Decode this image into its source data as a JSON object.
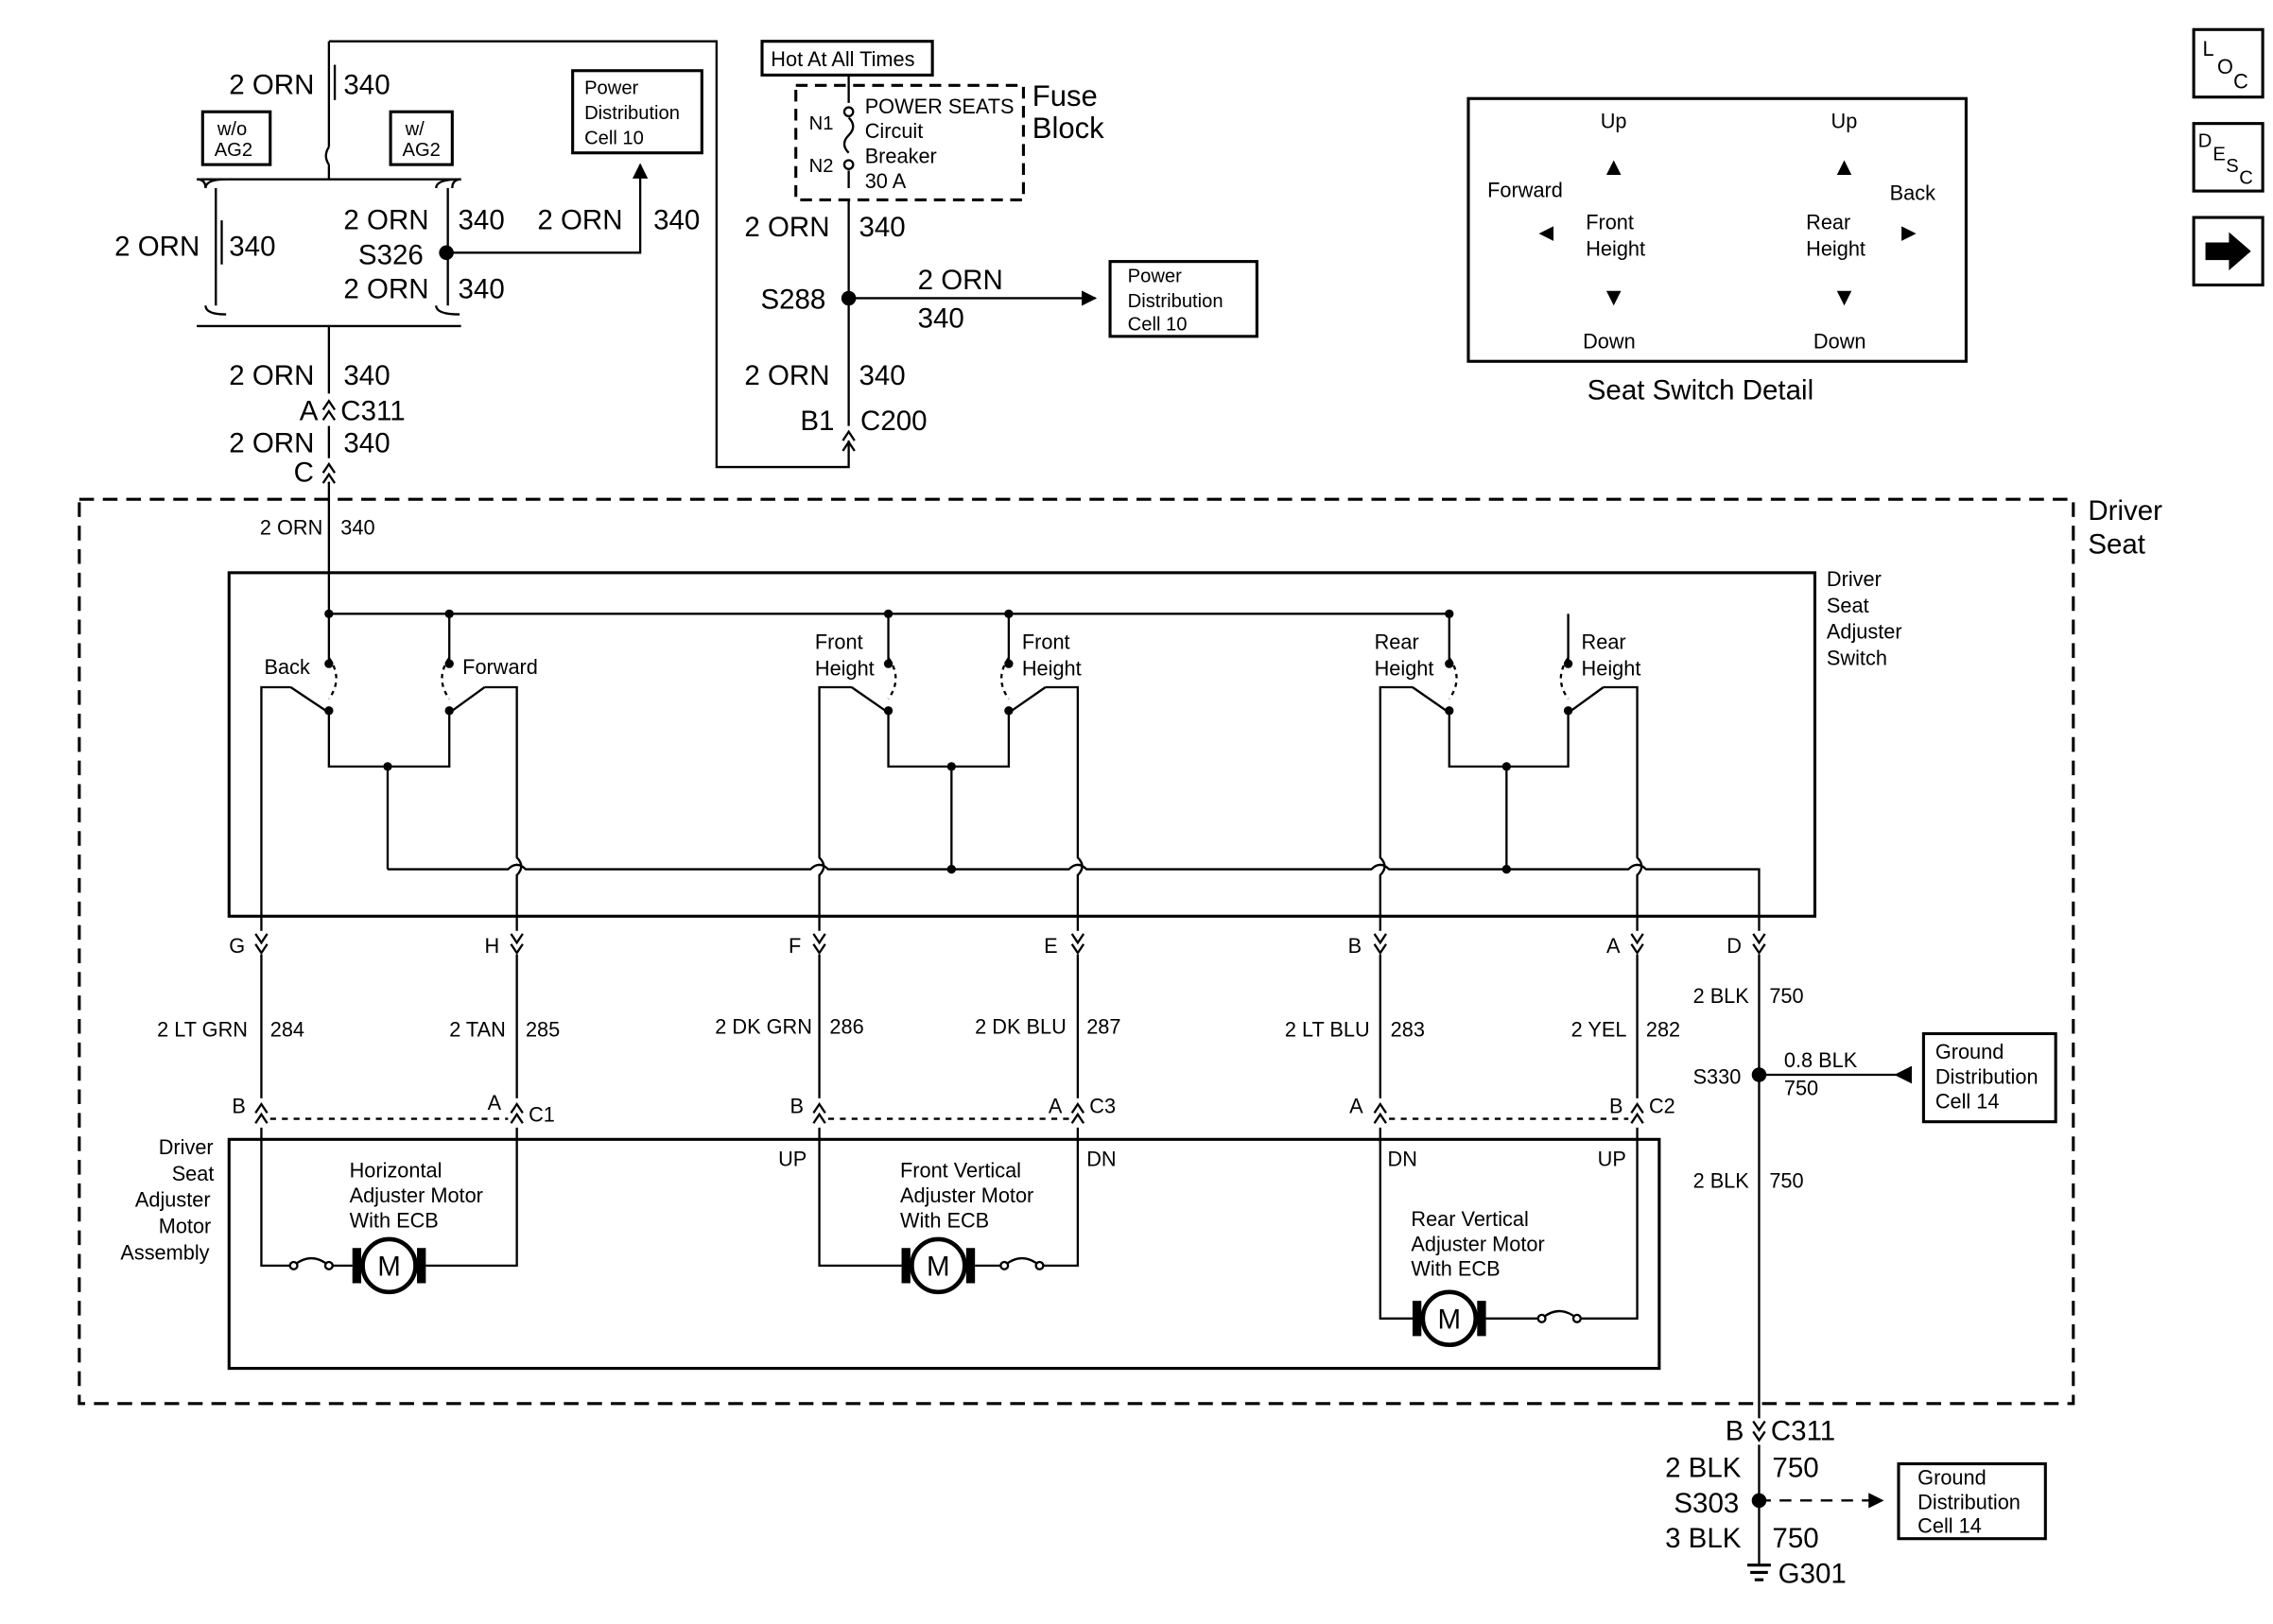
{
  "side_buttons": {
    "loc_l": "L",
    "loc_o": "O",
    "loc_c": "C",
    "desc_d": "D",
    "desc_e": "E",
    "desc_s": "S",
    "desc_c": "C"
  },
  "top_left": {
    "w1_g": "2 ORN",
    "w1_n": "340",
    "wo_ag2_1": "w/o",
    "wo_ag2_2": "AG2",
    "w_ag2_1": "w/",
    "w_ag2_2": "AG2",
    "pdc_1": "Power",
    "pdc_2": "Distribution",
    "pdc_3": "Cell 10",
    "w_left_g": "2 ORN",
    "w_left_n": "340",
    "w_s326_top_g": "2 ORN",
    "w_s326_top_n": "340",
    "s326": "S326",
    "w_s326_bot_g": "2 ORN",
    "w_s326_bot_n": "340",
    "w_branch_g": "2 ORN",
    "w_branch_n": "340",
    "w_c311_g": "2 ORN",
    "w_c311_n": "340",
    "c311_pin_a": "A",
    "c311": "C311",
    "w_c311b_g": "2 ORN",
    "w_c311b_n": "340",
    "c311_pin_c": "C"
  },
  "fuse": {
    "hot": "Hot At All Times",
    "n1": "N1",
    "n2": "N2",
    "name_1": "POWER SEATS",
    "name_2": "Circuit",
    "name_3": "Breaker",
    "name_4": "30 A",
    "block_1": "Fuse",
    "block_2": "Block",
    "w1_g": "2 ORN",
    "w1_n": "340",
    "s288": "S288",
    "w_branch_g": "2 ORN",
    "w_branch_n": "340",
    "pdc_1": "Power",
    "pdc_2": "Distribution",
    "pdc_3": "Cell 10",
    "w2_g": "2 ORN",
    "w2_n": "340",
    "b1": "B1",
    "c200": "C200"
  },
  "seat_switch_detail": {
    "title": "Seat Switch Detail",
    "up1": "Up",
    "up2": "Up",
    "forward": "Forward",
    "back": "Back",
    "front_1": "Front",
    "front_2": "Height",
    "rear_1": "Rear",
    "rear_2": "Height",
    "down1": "Down",
    "down2": "Down"
  },
  "driver_seat": {
    "label_1": "Driver",
    "label_2": "Seat",
    "feed_g": "2 ORN",
    "feed_n": "340",
    "switch_1": "Driver",
    "switch_2": "Seat",
    "switch_3": "Adjuster",
    "switch_4": "Switch",
    "sw_back": "Back",
    "sw_forward": "Forward",
    "sw_fh1_1": "Front",
    "sw_fh1_2": "Height",
    "sw_fh2_1": "Front",
    "sw_fh2_2": "Height",
    "sw_rh1_1": "Rear",
    "sw_rh1_2": "Height",
    "sw_rh2_1": "Rear",
    "sw_rh2_2": "Height",
    "pin_g": "G",
    "pin_h": "H",
    "pin_f": "F",
    "pin_e": "E",
    "pin_b": "B",
    "pin_a": "A",
    "pin_d": "D",
    "w284_g": "2 LT GRN",
    "w284_n": "284",
    "w285_g": "2 TAN",
    "w285_n": "285",
    "w286_g": "2 DK GRN",
    "w286_n": "286",
    "w287_g": "2 DK BLU",
    "w287_n": "287",
    "w283_g": "2 LT BLU",
    "w283_n": "283",
    "w282_g": "2 YEL",
    "w282_n": "282",
    "w750a_g": "2 BLK",
    "w750a_n": "750",
    "s330": "S330",
    "w08_g": "0.8 BLK",
    "w08_n": "750",
    "gdc_1": "Ground",
    "gdc_2": "Distribution",
    "gdc_3": "Cell 14",
    "w750b_g": "2 BLK",
    "w750b_n": "750",
    "c1_b": "B",
    "c1_a": "A",
    "c1": "C1",
    "c3_b": "B",
    "c3_a": "A",
    "c3": "C3",
    "c2_a": "A",
    "c2_b": "B",
    "c2": "C2",
    "motor_asm_1": "Driver",
    "motor_asm_2": "Seat",
    "motor_asm_3": "Adjuster",
    "motor_asm_4": "Motor",
    "motor_asm_5": "Assembly",
    "up_l": "UP",
    "dn_l": "DN",
    "dn_r": "DN",
    "up_r": "UP",
    "hm_1": "Horizontal",
    "hm_2": "Adjuster Motor",
    "hm_3": "With ECB",
    "fm_1": "Front Vertical",
    "fm_2": "Adjuster Motor",
    "fm_3": "With ECB",
    "rm_1": "Rear Vertical",
    "rm_2": "Adjuster Motor",
    "rm_3": "With ECB",
    "motor_m": "M"
  },
  "ground": {
    "b": "B",
    "c311": "C311",
    "w1_g": "2 BLK",
    "w1_n": "750",
    "s303": "S303",
    "w2_g": "3 BLK",
    "w2_n": "750",
    "g301": "G301",
    "gdc_1": "Ground",
    "gdc_2": "Distribution",
    "gdc_3": "Cell 14"
  }
}
